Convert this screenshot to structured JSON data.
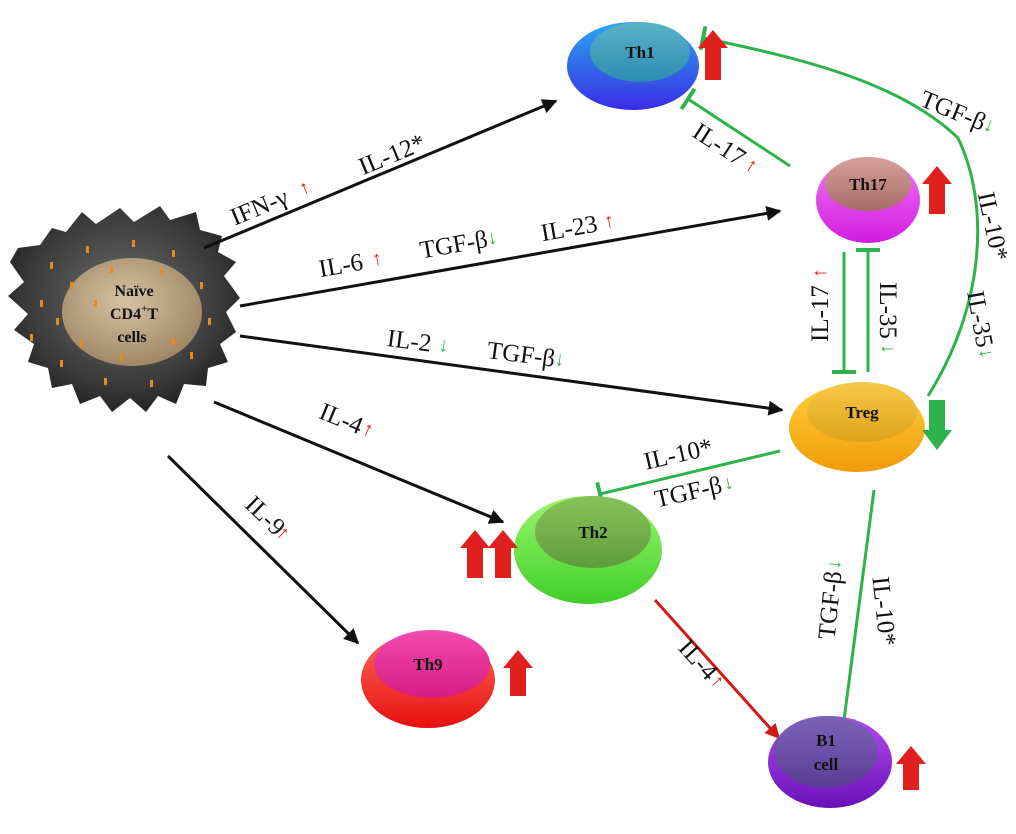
{
  "nodes": {
    "naive": {
      "line1": "Naïve",
      "line2": "CD4",
      "sup": "+",
      "line2b": "T",
      "line3": "cells"
    },
    "th1": "Th1",
    "th17": "Th17",
    "treg": "Treg",
    "th2": "Th2",
    "th9": "Th9",
    "b1": {
      "line1": "B1",
      "line2": "cell"
    }
  },
  "labels": {
    "ifn_gamma": "IFN-γ",
    "il12": "IL-12*",
    "il6": "IL-6",
    "tgfb_th17": "TGF-β",
    "il23": "IL-23",
    "il2": "IL-2",
    "tgfb_treg": "TGF-β",
    "il4_th2": "IL-4",
    "il9": "IL-9",
    "il17_th1": "IL-17",
    "tgfb_th1": "TGF-β",
    "il10_th1": "IL-10*",
    "il35_th1": "IL-35",
    "il17_treg": "IL-17",
    "il35_th17": "IL-35",
    "il10_th2": "IL-10*",
    "tgfb_th2": "TGF-β",
    "il4_b1": "IL-4",
    "tgfb_b1": "TGF-β",
    "il10_b1": "IL-10*"
  },
  "colors": {
    "activation": "#111111",
    "inhibition": "#2db34a",
    "b1_induction": "#e0201c",
    "up": "#e0201c",
    "down": "#2db34a"
  }
}
